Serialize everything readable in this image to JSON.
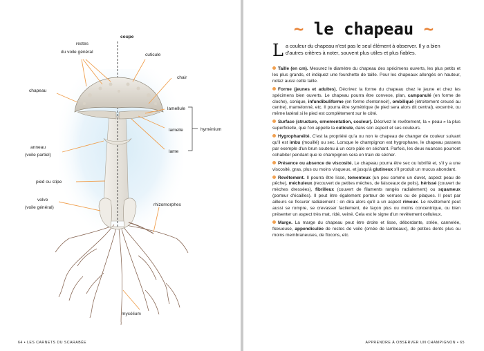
{
  "left": {
    "labels": {
      "coupe": "coupe",
      "restes": "restes",
      "voile_general_top": "du voile général",
      "cuticule": "cuticule",
      "chair": "chair",
      "chapeau": "chapeau",
      "lamellule": "lamellule",
      "lamelle": "lamelle",
      "lame": "lame",
      "hymenium": "hyménium",
      "anneau": "anneau",
      "voile_partiel": "(voile partiel)",
      "pied": "pied ou stipe",
      "volve": "volve",
      "voile_general": "(voile général)",
      "rhizomorphes": "rhizomorphes",
      "mycelium": "mycélium"
    },
    "folio": "64 • LES CARNETS DU SCARABÉE",
    "colors": {
      "accent": "#f0a050",
      "ink": "#222222"
    }
  },
  "right": {
    "title": "le chapeau",
    "title_tilde": "~",
    "intro_dropcap": "L",
    "intro_rest": "a couleur du chapeau n'est pas le seul élément à observer. Il y a bien d'autres critères à noter, souvent plus utiles et plus fiables.",
    "items": [
      {
        "title": "Taille (en cm).",
        "s1": " Mesurez le diamètre du chapeau des spécimens ouverts, les plus petits et les plus grands, et indiquez une fourchette de taille. Pour les chapeaux allongés en hauteur, notez aussi cette taille."
      },
      {
        "title": "Forme (jeunes et adultes).",
        "s1": " Décrivez la forme du chapeau chez le jeune et chez les spécimens bien ouverts. Le chapeau pourra être convexe, plan, ",
        "b1": "campanulé",
        "s2": " (en forme de cloche), conique, ",
        "b2": "infundibuliforme",
        "s3": " (en forme d'entonnoir), ",
        "b3": "ombiliqué",
        "s4": " (étroitement creusé au centre), mamelonné, etc. Il pourra être symétrique (le pied sera alors dit central), excentré, ou même latéral si le pied est complètement sur le côté."
      },
      {
        "title": "Surface (structure, ornementation, couleur).",
        "s1": " Décrivez le revêtement, la « peau » la plus superficielle, que l'on appelle la ",
        "b1": "cuticule",
        "s2": ", dans son aspect et ses couleurs."
      },
      {
        "title": "Hygrophanéité.",
        "s1": " C'est la propriété qu'a ou non le chapeau de changer de couleur suivant qu'il est ",
        "b1": "imbu",
        "s2": " (mouillé) ou sec. Lorsque le champignon est hygrophane, le chapeau passera par exemple d'un brun soutenu à un ocre pâle en séchant. Parfois, les deux nuances pourront cohabiter pendant que le champignon sera en train de sécher."
      },
      {
        "title": "Présence ou absence de viscosité.",
        "s1": " Le chapeau pourra être sec ou lubrifié et, s'il y a une viscosité, gras, plus ou moins visqueux, et jusqu'à ",
        "b1": "glutineux",
        "s2": " s'il produit un mucus abondant."
      },
      {
        "title": "Revêtement.",
        "s1": " Il pourra être lisse, ",
        "b1": "tomenteux",
        "s2": " (un peu comme un duvet, aspect peau de pêche), ",
        "b2": "méchuleux",
        "s3": " (recouvert de petites mèches, de faisceaux de poils), ",
        "b3": "hérissé",
        "s4": " (couvert de mèches dressées), ",
        "b4": "fibrilleux",
        "s5": " (couvert de filaments rangés radialement) ou ",
        "b5": "squameux",
        "s6": " (porteur d'écailles). Il peut être également porteur de verrues ou de plaques. Il peut par ailleurs se fissurer radialement : on dira alors qu'il a un aspect ",
        "b6": "rimeux",
        "s7": ". Le revêtement peut aussi se rompre, se crevasser facilement, de façon plus ou moins concentrique, ou bien présenter un aspect très mat, ridé, veiné. Cela est le signe d'un revêtement celluleux."
      },
      {
        "title": "Marge.",
        "s1": " La marge du chapeau peut être droite et lisse, débordante, striée, cannelée, flexueuse, ",
        "b1": "appendiculée",
        "s2": " de restes de voile (ornée de lambeaux), de petites dents plus ou moins membraneuses, de flocons, etc."
      }
    ],
    "folio": "APPRENDRE À OBSERVER UN CHAMPIGNON • 65"
  }
}
